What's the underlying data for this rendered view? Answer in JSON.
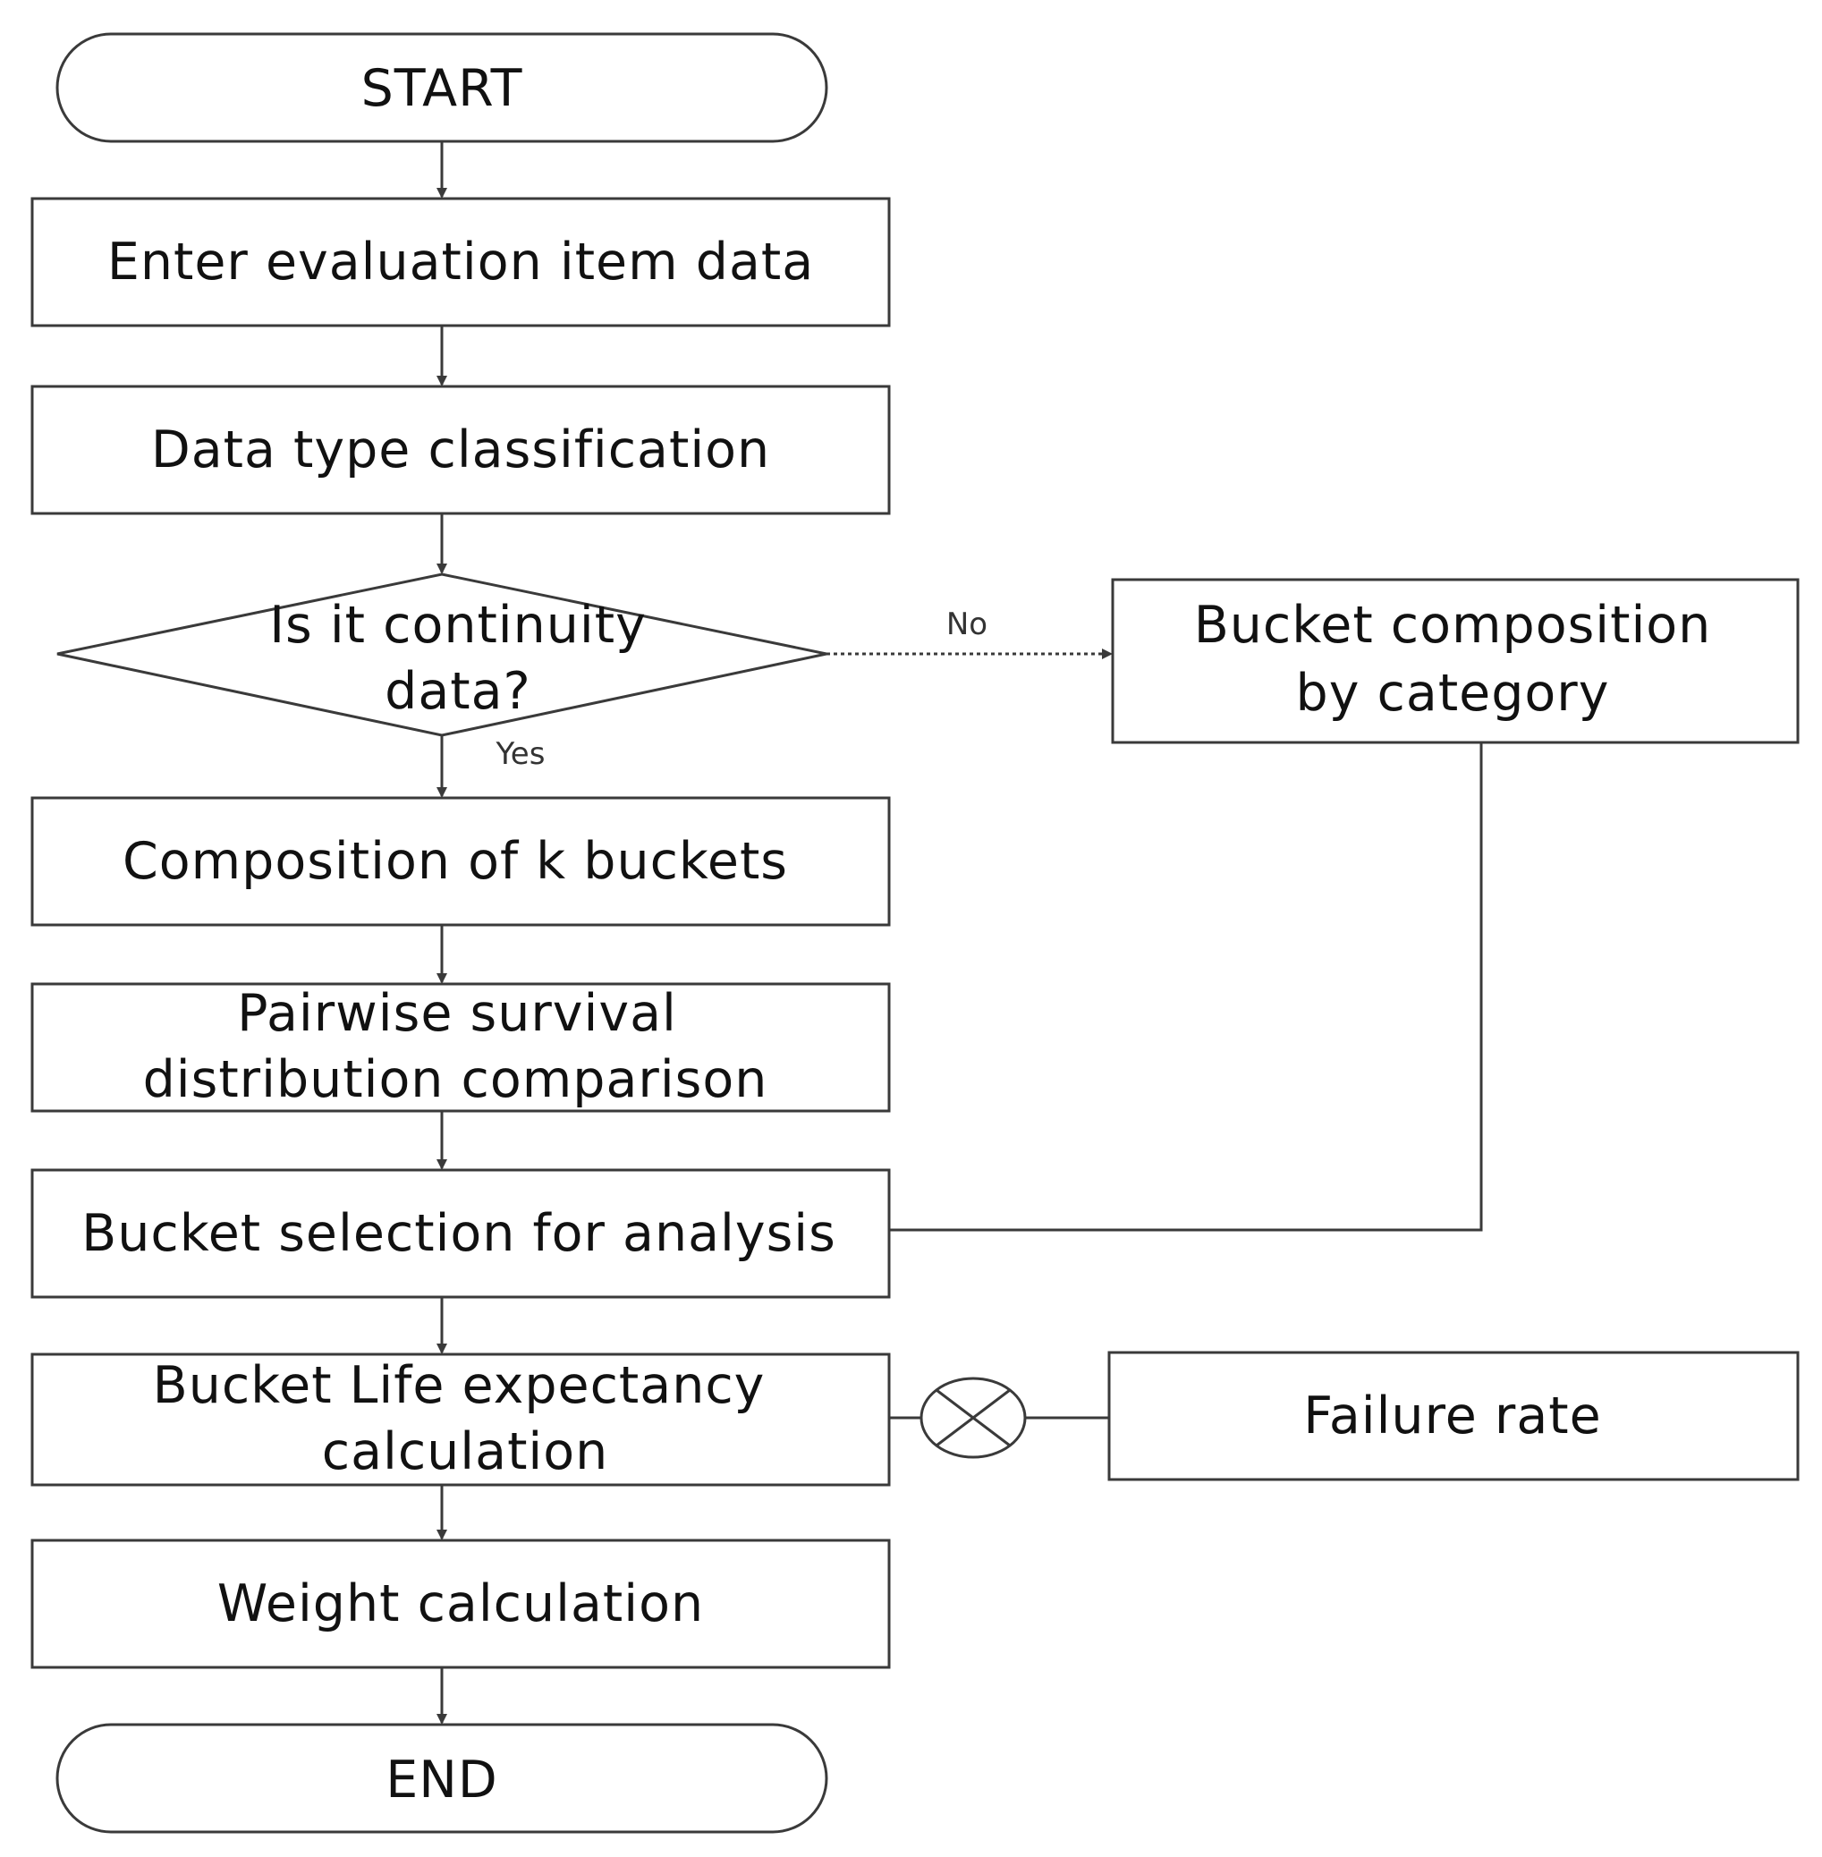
{
  "flowchart": {
    "start": "START",
    "enter_data": "Enter evaluation item data",
    "classification": "Data type classification",
    "decision": {
      "line1": "Is it continuity",
      "line2": "data?"
    },
    "branch_no": "No",
    "branch_yes": "Yes",
    "bucket_by_category": {
      "line1": "Bucket composition",
      "line2": "by category"
    },
    "k_buckets": "Composition of k buckets",
    "pairwise": {
      "line1": "Pairwise survival",
      "line2": "distribution comparison"
    },
    "bucket_selection": "Bucket selection for analysis",
    "life_expectancy": {
      "line1": "Bucket Life expectancy",
      "line2": "calculation"
    },
    "failure_rate": "Failure rate",
    "weight": "Weight calculation",
    "end": "END"
  },
  "colors": {
    "stroke": "#3a3a3a",
    "text": "#111111",
    "background": "#ffffff"
  }
}
